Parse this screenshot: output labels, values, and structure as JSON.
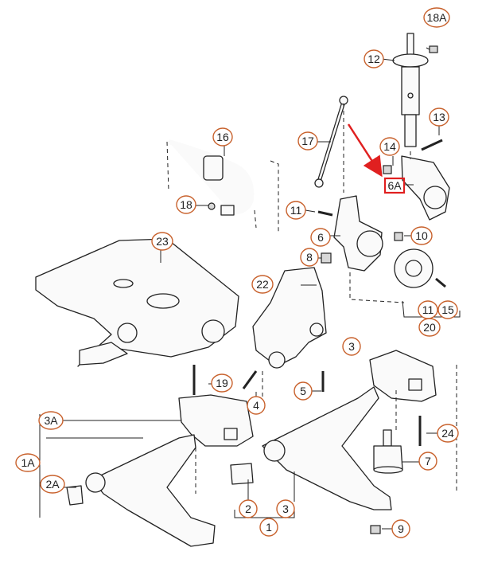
{
  "callouts": {
    "c1": "1",
    "c1A": "1A",
    "c2": "2",
    "c2A": "2A",
    "c3a": "3",
    "c3b": "3",
    "c3A": "3A",
    "c4": "4",
    "c5": "5",
    "c6": "6",
    "c6A": "6A",
    "c7": "7",
    "c8": "8",
    "c9": "9",
    "c10": "10",
    "c11a": "11",
    "c11b": "11",
    "c12": "12",
    "c13": "13",
    "c14": "14",
    "c15": "15",
    "c16": "16",
    "c17": "17",
    "c18": "18",
    "c18A": "18A",
    "c19": "19",
    "c20": "20",
    "c22": "22",
    "c23": "23",
    "c24": "24"
  },
  "colors": {
    "bubble_outline": "#c8612c",
    "highlight_arrow": "#e02020",
    "highlight_box": "#e02020",
    "line_art": "#222222"
  }
}
